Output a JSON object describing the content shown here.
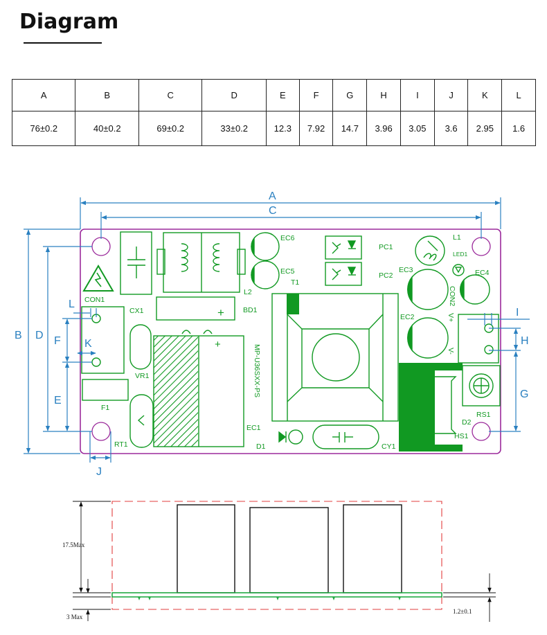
{
  "heading": "Diagram",
  "dimension_table": {
    "columns": [
      "A",
      "B",
      "C",
      "D",
      "E",
      "F",
      "G",
      "H",
      "I",
      "J",
      "K",
      "L"
    ],
    "values": [
      "76±0.2",
      "40±0.2",
      "69±0.2",
      "33±0.2",
      "12.3",
      "7.92",
      "14.7",
      "3.96",
      "3.05",
      "3.6",
      "2.95",
      "1.6"
    ]
  },
  "top_view": {
    "dimension_letters": {
      "A": "A",
      "B": "B",
      "C": "C",
      "D": "D",
      "E": "E",
      "F": "F",
      "G": "G",
      "H": "H",
      "I": "I",
      "J": "J",
      "K": "K",
      "L": "L"
    },
    "component_labels": {
      "con1": "CON1",
      "cx1": "CX1",
      "vr1": "VR1",
      "f1": "F1",
      "rt1": "RT1",
      "ec6": "EC6",
      "ec5": "EC5",
      "t1": "T1",
      "l2": "L2",
      "bd1": "BD1",
      "ec1": "EC1",
      "d1": "D1",
      "cy1": "CY1",
      "pc1": "PC1",
      "pc2": "PC2",
      "l1": "L1",
      "led1": "LED1",
      "ec3": "EC3",
      "ec4": "EC4",
      "ec2": "EC2",
      "con2": "CON2",
      "vplus": "V+",
      "vminus": "V-",
      "d2": "D2",
      "rs1": "RS1",
      "hs1": "HS1",
      "model": "MP-U36SXX-PS",
      "bd1_plus": "+",
      "ec1_plus": "+"
    },
    "colors": {
      "board_outline": "#9b2a9b",
      "traces": "#119922",
      "dimension": "#2a80c0"
    }
  },
  "side_view": {
    "height_label": "17.5Max",
    "bottom_label": "3 Max",
    "board_label": "1.2±0.1",
    "colors": {
      "envelope": "#e23c3c",
      "board": "#22aa44"
    }
  }
}
